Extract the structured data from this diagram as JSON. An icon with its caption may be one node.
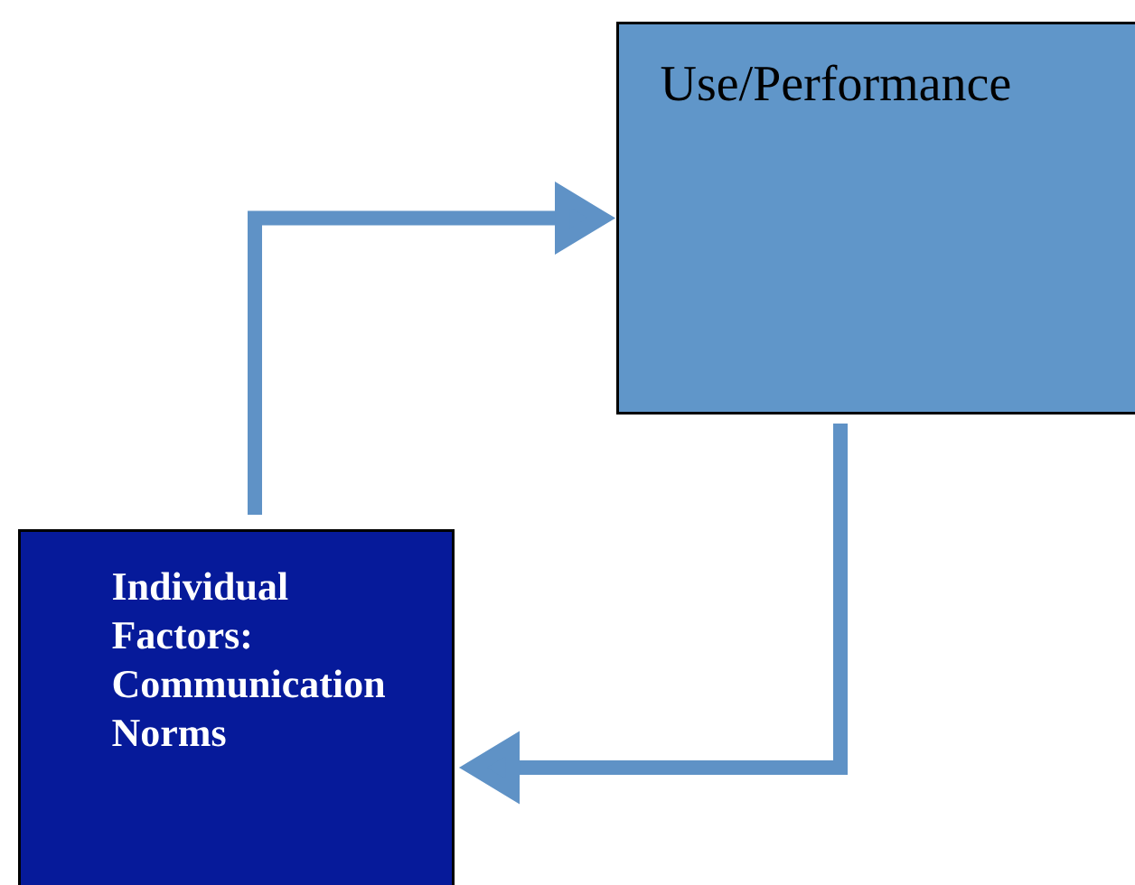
{
  "diagram": {
    "nodes": [
      {
        "text": [
          "Use/Performance"
        ]
      },
      {
        "text": [
          "Individual Factors: Communication Norms"
        ]
      }
    ],
    "edges": [
      {
        "from": 1,
        "to": 0,
        "arrow": "to"
      },
      {
        "from": 0,
        "to": 1,
        "arrow": "to"
      }
    ]
  }
}
